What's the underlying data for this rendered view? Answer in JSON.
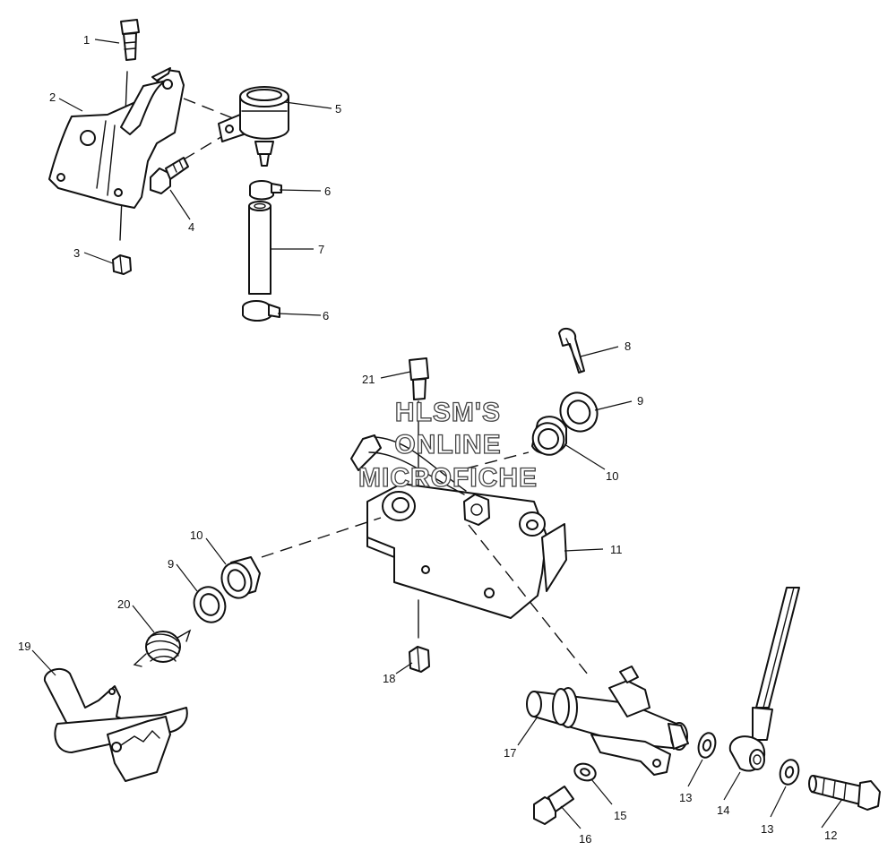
{
  "watermark": {
    "line1": "HLSM'S",
    "line2": "ONLINE",
    "line3": "MICROFICHE"
  },
  "callouts": {
    "c1": "1",
    "c2": "2",
    "c3": "3",
    "c4": "4",
    "c5": "5",
    "c6a": "6",
    "c6b": "6",
    "c7": "7",
    "c8": "8",
    "c9a": "9",
    "c9b": "9",
    "c10a": "10",
    "c10b": "10",
    "c11": "11",
    "c12": "12",
    "c13a": "13",
    "c13b": "13",
    "c14": "14",
    "c15": "15",
    "c16": "16",
    "c17": "17",
    "c18": "18",
    "c19": "19",
    "c20": "20",
    "c21": "21"
  }
}
